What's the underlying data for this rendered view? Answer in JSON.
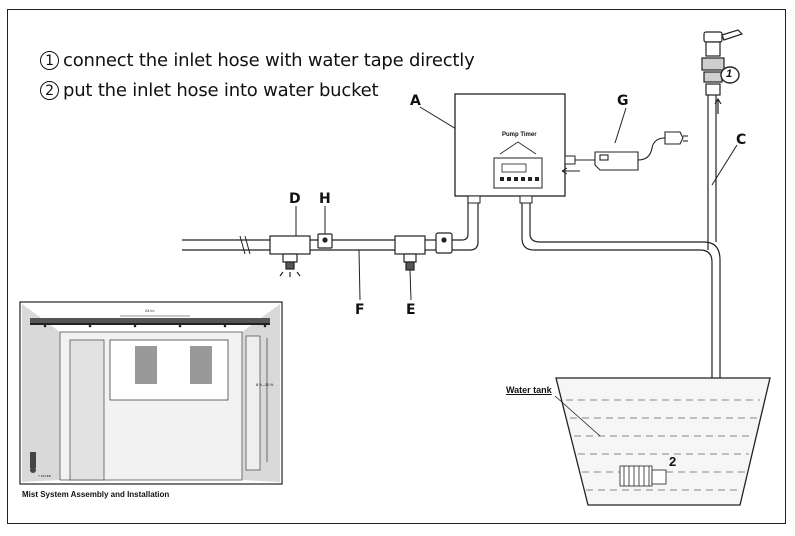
{
  "notes": [
    {
      "num": "1",
      "text": "connect the inlet hose with water tape directly"
    },
    {
      "num": "2",
      "text": "put the inlet hose into water bucket"
    }
  ],
  "labels": {
    "a": "A",
    "b": "C",
    "d": "D",
    "e": "E",
    "f": "F",
    "g": "G",
    "h": "H"
  },
  "markers": {
    "one": "1",
    "two": "2"
  },
  "pump_timer": "Pump Timer",
  "water_tank": "Water tank",
  "install_caption": "Mist System Assembly and Installation",
  "dimension_24in": "24 in.",
  "dimension_height": "8 ft.–10 ft.",
  "filter_label": "Y FILTER",
  "colors": {
    "line": "#222222",
    "tank_fill": "#f6f6f6",
    "wall": "#d9d9d9"
  }
}
